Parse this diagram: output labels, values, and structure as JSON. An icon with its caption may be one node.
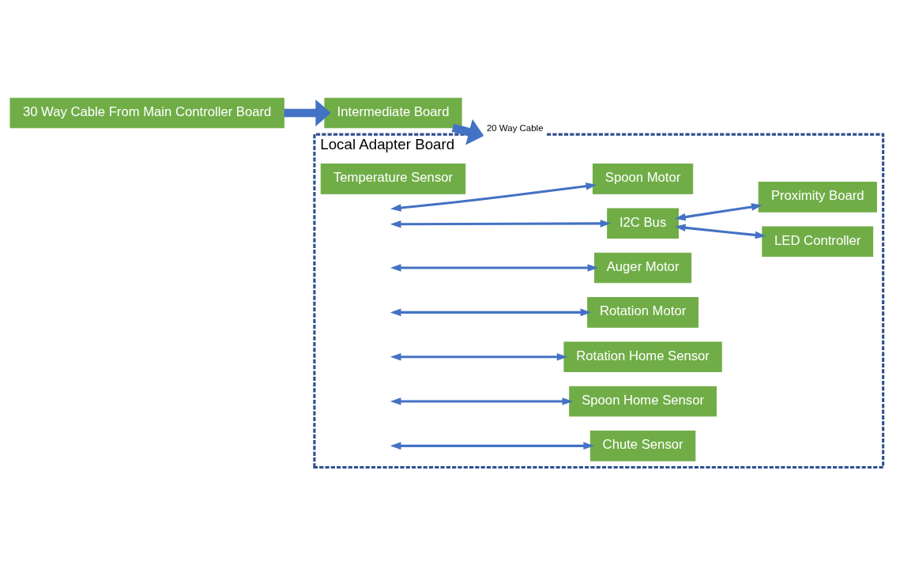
{
  "diagram": {
    "nodes": [
      {
        "text": [
          "30 Way Cable From Main Controller Board"
        ]
      },
      {
        "text": [
          "Intermediate Board"
        ]
      },
      {
        "text": [
          "Local Adapter Board"
        ]
      },
      {
        "text": [
          "I2C Bus"
        ],
        "in": 2
      },
      {
        "text": [
          "LED Controller"
        ],
        "in": 2
      },
      {
        "text": [
          "Temperature Sensor"
        ],
        "in": 2
      },
      {
        "text": [
          "Proximity Board"
        ],
        "in": 2
      },
      {
        "text": [
          "Auger Motor"
        ],
        "in": 2
      },
      {
        "text": [
          "Spoon Motor"
        ],
        "in": 2
      },
      {
        "text": [
          "Rotation Motor"
        ],
        "in": 2
      },
      {
        "text": [
          "Rotation Home Sensor"
        ],
        "in": 2
      },
      {
        "text": [
          "Spoon Home Sensor"
        ],
        "in": 2
      },
      {
        "text": [
          "Chute Sensor"
        ],
        "in": 2
      }
    ],
    "edges": [
      {
        "from": 0,
        "to": 1,
        "arrow": "to",
        "style": "thick"
      },
      {
        "from": 1,
        "to": 2,
        "arrow": "to",
        "style": "thick",
        "label": "20 Way Cable"
      },
      {
        "from": null,
        "to": 3,
        "arrow": "both"
      },
      {
        "from": 3,
        "to": 4,
        "arrow": "both"
      },
      {
        "from": 3,
        "to": 6,
        "arrow": "both"
      },
      {
        "from": null,
        "to": 7,
        "arrow": "both"
      },
      {
        "from": null,
        "to": 8,
        "arrow": "both"
      },
      {
        "from": null,
        "to": 9,
        "arrow": "both"
      },
      {
        "from": null,
        "to": 10,
        "arrow": "both"
      },
      {
        "from": null,
        "to": 11,
        "arrow": "both"
      },
      {
        "from": null,
        "to": 12,
        "arrow": "both"
      }
    ]
  }
}
